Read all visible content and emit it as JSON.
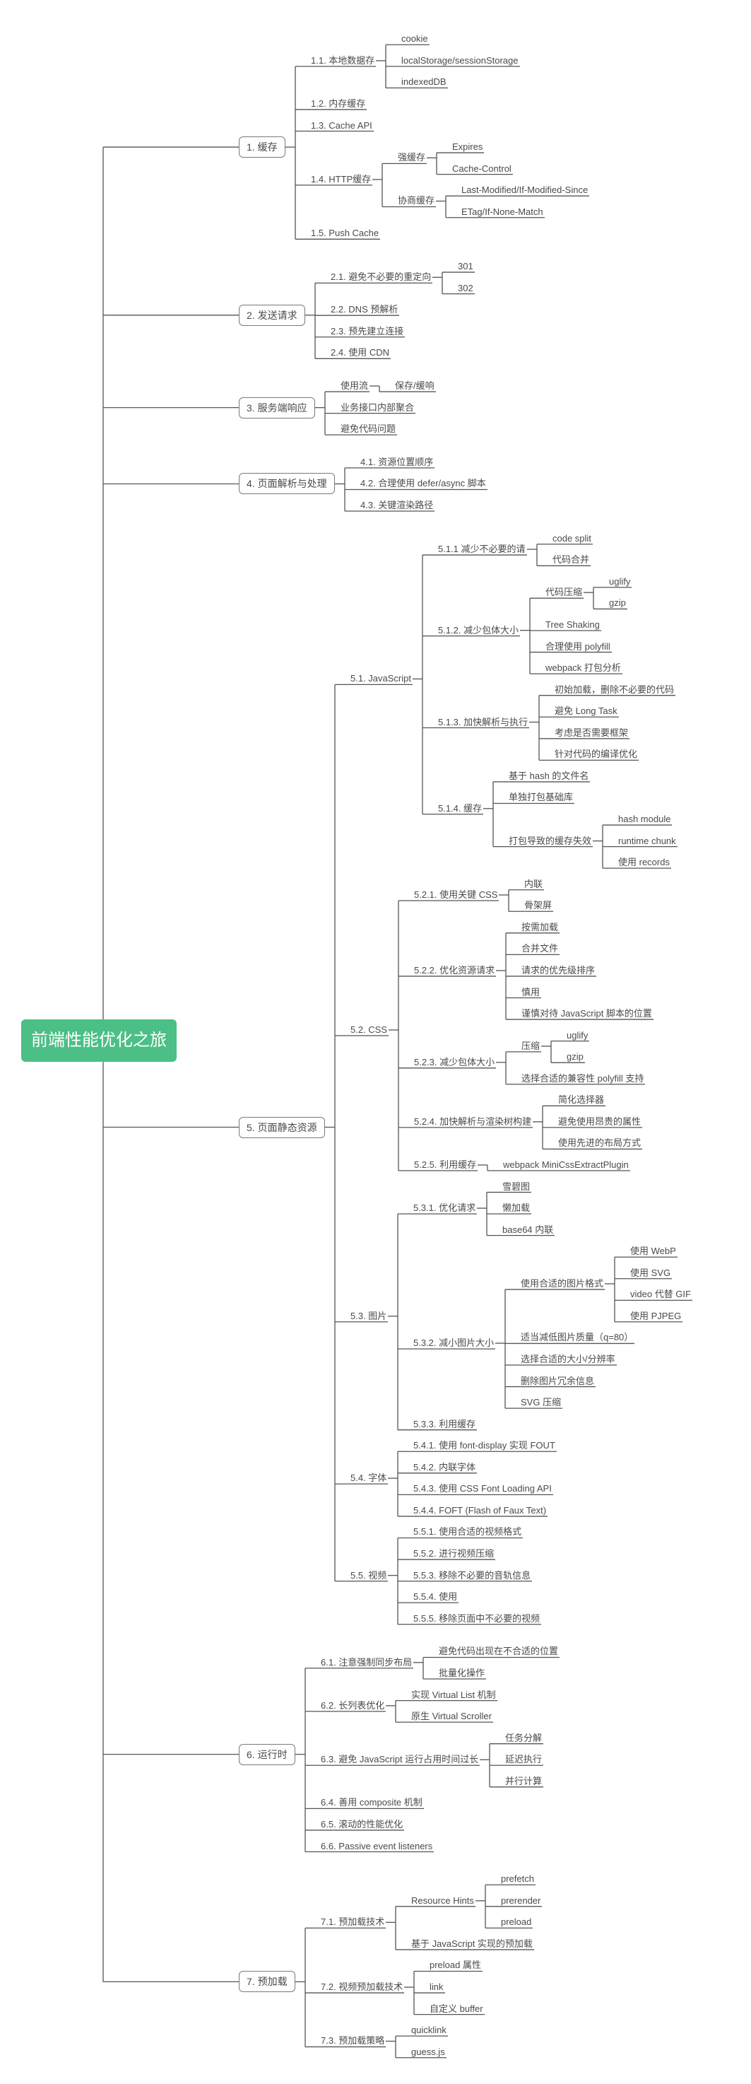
{
  "colors": {
    "line": "#555555",
    "root_bg": "#4cbf86",
    "root_text": "#ffffff",
    "text": "#4a4a4a",
    "border": "#7a7a7a"
  },
  "tree": {
    "label": "前端性能优化之旅",
    "children": [
      {
        "label": "1. 缓存",
        "children": [
          {
            "label": "1.1. 本地数据存",
            "children": [
              {
                "label": "cookie"
              },
              {
                "label": "localStorage/sessionStorage"
              },
              {
                "label": "indexedDB"
              }
            ]
          },
          {
            "label": "1.2. 内存缓存"
          },
          {
            "label": "1.3. Cache API"
          },
          {
            "label": "1.4. HTTP缓存",
            "children": [
              {
                "label": "强缓存",
                "children": [
                  {
                    "label": "Expires"
                  },
                  {
                    "label": "Cache-Control"
                  }
                ]
              },
              {
                "label": "协商缓存",
                "children": [
                  {
                    "label": "Last-Modified/If-Modified-Since"
                  },
                  {
                    "label": "ETag/If-None-Match"
                  }
                ]
              }
            ]
          },
          {
            "label": "1.5. Push Cache"
          }
        ]
      },
      {
        "label": "2. 发送请求",
        "children": [
          {
            "label": "2.1. 避免不必要的重定向",
            "children": [
              {
                "label": "301"
              },
              {
                "label": "302"
              }
            ]
          },
          {
            "label": "2.2. DNS 预解析"
          },
          {
            "label": "2.3. 预先建立连接"
          },
          {
            "label": "2.4. 使用 CDN"
          }
        ]
      },
      {
        "label": "3. 服务端响应",
        "children": [
          {
            "label": "使用流",
            "children": [
              {
                "label": "保存/缓响"
              }
            ]
          },
          {
            "label": "业务接口内部聚合"
          },
          {
            "label": "避免代码问题"
          }
        ]
      },
      {
        "label": "4. 页面解析与处理",
        "children": [
          {
            "label": "4.1. 资源位置顺序"
          },
          {
            "label": "4.2. 合理使用 defer/async 脚本"
          },
          {
            "label": "4.3. 关键渲染路径"
          }
        ]
      },
      {
        "label": "5. 页面静态资源",
        "children": [
          {
            "label": "5.1. JavaScript",
            "children": [
              {
                "label": "5.1.1 减少不必要的请",
                "children": [
                  {
                    "label": "code split"
                  },
                  {
                    "label": "代码合并"
                  }
                ]
              },
              {
                "label": "5.1.2. 减少包体大小",
                "children": [
                  {
                    "label": "代码压缩",
                    "children": [
                      {
                        "label": "uglify"
                      },
                      {
                        "label": "gzip"
                      }
                    ]
                  },
                  {
                    "label": "Tree Shaking"
                  },
                  {
                    "label": "合理使用 polyfill"
                  },
                  {
                    "label": "webpack 打包分析"
                  }
                ]
              },
              {
                "label": "5.1.3. 加快解析与执行",
                "children": [
                  {
                    "label": "初始加载，删除不必要的代码"
                  },
                  {
                    "label": "避免 Long Task"
                  },
                  {
                    "label": "考虑是否需要框架"
                  },
                  {
                    "label": "针对代码的编译优化"
                  }
                ]
              },
              {
                "label": "5.1.4. 缓存",
                "children": [
                  {
                    "label": "基于 hash 的文件名"
                  },
                  {
                    "label": "单独打包基础库"
                  },
                  {
                    "label": "打包导致的缓存失效",
                    "children": [
                      {
                        "label": "hash module"
                      },
                      {
                        "label": "runtime chunk"
                      },
                      {
                        "label": "使用 records"
                      }
                    ]
                  }
                ]
              }
            ]
          },
          {
            "label": "5.2. CSS",
            "children": [
              {
                "label": "5.2.1. 使用关键 CSS",
                "children": [
                  {
                    "label": "内联"
                  },
                  {
                    "label": "骨架屏"
                  }
                ]
              },
              {
                "label": "5.2.2. 优化资源请求",
                "children": [
                  {
                    "label": "按需加载"
                  },
                  {
                    "label": "合并文件"
                  },
                  {
                    "label": "请求的优先级排序"
                  },
                  {
                    "label": "慎用"
                  },
                  {
                    "label": "谨慎对待 JavaScript 脚本的位置"
                  }
                ]
              },
              {
                "label": "5.2.3. 减少包体大小",
                "children": [
                  {
                    "label": "压缩",
                    "children": [
                      {
                        "label": "uglify"
                      },
                      {
                        "label": "gzip"
                      }
                    ]
                  },
                  {
                    "label": "选择合适的兼容性 polyfill 支持"
                  }
                ]
              },
              {
                "label": "5.2.4. 加快解析与渲染树构建",
                "children": [
                  {
                    "label": "简化选择器"
                  },
                  {
                    "label": "避免使用昂贵的属性"
                  },
                  {
                    "label": "使用先进的布局方式"
                  }
                ]
              },
              {
                "label": "5.2.5. 利用缓存",
                "children": [
                  {
                    "label": "webpack MiniCssExtractPlugin"
                  }
                ]
              }
            ]
          },
          {
            "label": "5.3. 图片",
            "children": [
              {
                "label": "5.3.1. 优化请求",
                "children": [
                  {
                    "label": "雪碧图"
                  },
                  {
                    "label": "懒加载"
                  },
                  {
                    "label": "base64 内联"
                  }
                ]
              },
              {
                "label": "5.3.2. 减小图片大小",
                "children": [
                  {
                    "label": "使用合适的图片格式",
                    "children": [
                      {
                        "label": "使用 WebP"
                      },
                      {
                        "label": "使用 SVG"
                      },
                      {
                        "label": "video 代替 GIF"
                      },
                      {
                        "label": "使用 PJPEG"
                      }
                    ]
                  },
                  {
                    "label": "适当减低图片质量（q=80）"
                  },
                  {
                    "label": "选择合适的大小/分辨率"
                  },
                  {
                    "label": "删除图片冗余信息"
                  },
                  {
                    "label": "SVG 压缩"
                  }
                ]
              },
              {
                "label": "5.3.3. 利用缓存"
              }
            ]
          },
          {
            "label": "5.4. 字体",
            "children": [
              {
                "label": "5.4.1. 使用 font-display 实现 FOUT"
              },
              {
                "label": "5.4.2. 内联字体"
              },
              {
                "label": "5.4.3. 使用 CSS Font Loading API"
              },
              {
                "label": "5.4.4. FOFT (Flash of Faux Text)"
              }
            ]
          },
          {
            "label": "5.5. 视频",
            "children": [
              {
                "label": "5.5.1. 使用合适的视频格式"
              },
              {
                "label": "5.5.2. 进行视频压缩"
              },
              {
                "label": "5.5.3. 移除不必要的音轨信息"
              },
              {
                "label": "5.5.4. 使用"
              },
              {
                "label": "5.5.5. 移除页面中不必要的视频"
              }
            ]
          }
        ]
      },
      {
        "label": "6. 运行时",
        "children": [
          {
            "label": "6.1. 注意强制同步布局",
            "children": [
              {
                "label": "避免代码出现在不合适的位置"
              },
              {
                "label": "批量化操作"
              }
            ]
          },
          {
            "label": "6.2. 长列表优化",
            "children": [
              {
                "label": "实现 Virtual List 机制"
              },
              {
                "label": "原生 Virtual Scroller"
              }
            ]
          },
          {
            "label": "6.3. 避免 JavaScript 运行占用时间过长",
            "children": [
              {
                "label": "任务分解"
              },
              {
                "label": "延迟执行"
              },
              {
                "label": "并行计算"
              }
            ]
          },
          {
            "label": "6.4. 善用 composite 机制"
          },
          {
            "label": "6.5. 滚动的性能优化"
          },
          {
            "label": "6.6. Passive event listeners"
          }
        ]
      },
      {
        "label": "7. 预加载",
        "children": [
          {
            "label": "7.1. 预加载技术",
            "children": [
              {
                "label": "Resource Hints",
                "children": [
                  {
                    "label": "prefetch"
                  },
                  {
                    "label": "prerender"
                  },
                  {
                    "label": "preload"
                  }
                ]
              },
              {
                "label": "基于 JavaScript 实现的预加载"
              }
            ]
          },
          {
            "label": "7.2. 视频预加载技术",
            "children": [
              {
                "label": "preload 属性"
              },
              {
                "label": "link"
              },
              {
                "label": "自定义 buffer"
              }
            ]
          },
          {
            "label": "7.3. 预加载策略",
            "children": [
              {
                "label": "quicklink"
              },
              {
                "label": "guess.js"
              }
            ]
          }
        ]
      }
    ]
  }
}
